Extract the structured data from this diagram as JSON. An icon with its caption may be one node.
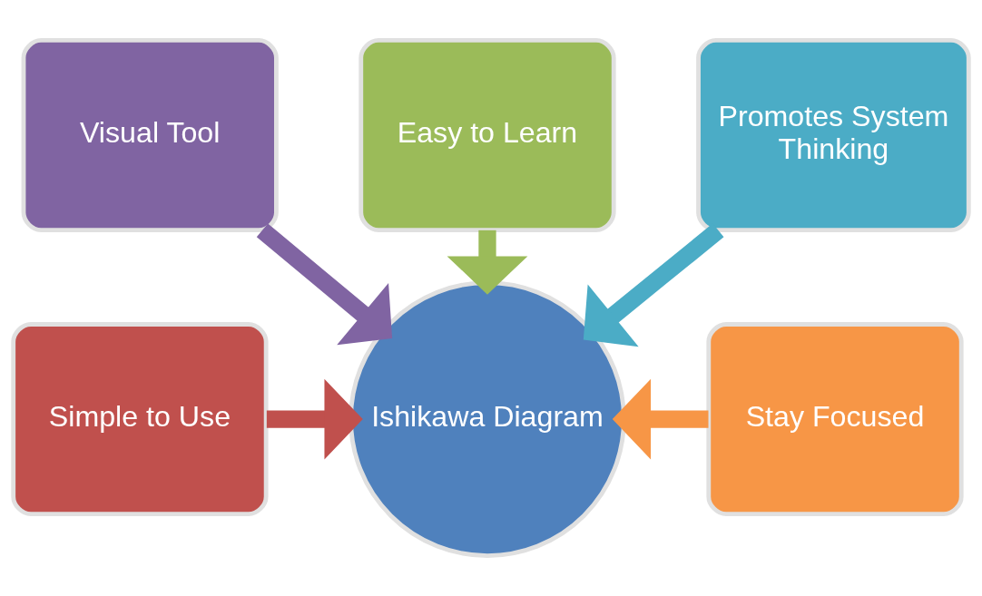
{
  "diagram": {
    "nodes": [
      {
        "text": [
          "Visual Tool"
        ]
      },
      {
        "text": [
          "Easy to Learn"
        ]
      },
      {
        "text": [
          "Promotes System Thinking"
        ]
      },
      {
        "text": [
          "Simple to Use"
        ]
      },
      {
        "text": [
          "Ishikawa Diagram"
        ]
      },
      {
        "text": [
          "Stay Focused"
        ]
      }
    ],
    "edges": [
      {
        "from": 0,
        "to": 4,
        "arrow": "to",
        "color": "#8064a2"
      },
      {
        "from": 1,
        "to": 4,
        "arrow": "to",
        "color": "#9bbb59"
      },
      {
        "from": 2,
        "to": 4,
        "arrow": "to",
        "color": "#4bacc6"
      },
      {
        "from": 3,
        "to": 4,
        "arrow": "to",
        "color": "#c0504d"
      },
      {
        "from": 5,
        "to": 4,
        "arrow": "to",
        "color": "#f79646"
      }
    ]
  }
}
